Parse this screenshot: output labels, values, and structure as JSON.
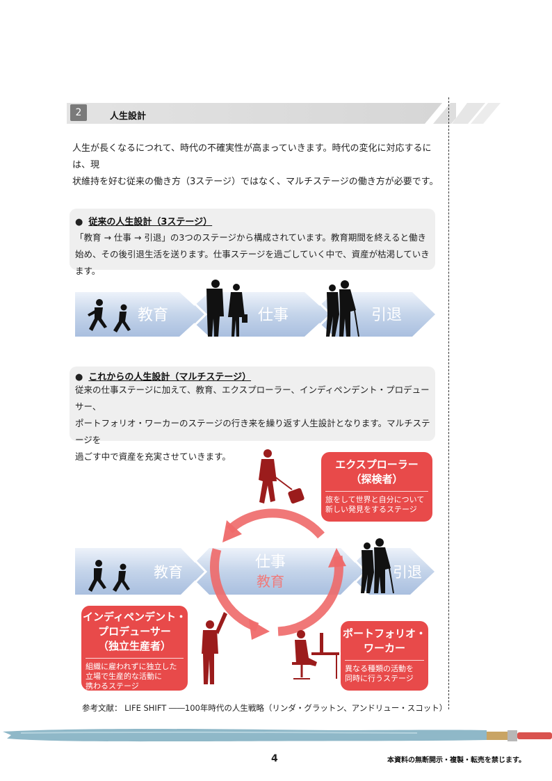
{
  "section": {
    "number": "2",
    "title": "人生設計"
  },
  "intro": {
    "line1": "人生が長くなるにつれて、時代の不確実性が高まっていきます。時代の変化に対応するには、現",
    "line2": "状維持を好む従来の働き方（3ステージ）ではなく、マルチステージの働き方が必要です。"
  },
  "traditional": {
    "title": "従来の人生設計（3ステージ）",
    "line1": "「教育 → 仕事 → 引退」の3つのステージから構成されています。教育期間を終えると働き",
    "line2": "始め、その後引退生活を送ります。仕事ステージを過ごしていく中で、資産が枯渇していきます。",
    "stages": [
      "教育",
      "仕事",
      "引退"
    ]
  },
  "multi": {
    "title": "これからの人生設計（マルチステージ）",
    "line1": "従来の仕事ステージに加えて、教育、エクスプローラー、インディペンデント・プロデューサー、",
    "line2": "ポートフォリオ・ワーカーのステージの行き来を繰り返す人生設計となります。マルチステージを",
    "line3": "過ごす中で資産を充実させていきます。",
    "band": {
      "education": "教育",
      "work": "仕事",
      "work_sub": "教育",
      "retire": "引退"
    }
  },
  "explorer": {
    "title1": "エクスプローラー",
    "title2": "（探検者）",
    "desc1": "旅をして世界と自分について",
    "desc2": "新しい発見をするステージ"
  },
  "independent": {
    "title1": "インディペンデント・",
    "title2": "プロデューサー",
    "title3": "（独立生産者）",
    "desc1": "組織に雇われずに独立した",
    "desc2": "立場で生産的な活動に",
    "desc3": "携わるステージ"
  },
  "portfolio": {
    "title1": "ポートフォリオ・",
    "title2": "ワーカー",
    "desc1": "異なる種類の活動を",
    "desc2": "同時に行うステージ"
  },
  "reference": "参考文献：  LIFE SHIFT  ――100年時代の人生戦略（リンダ・グラットン、アンドリュー・スコット）",
  "footer": {
    "page": "4",
    "notice": "本資料の無断開示・複製・転売を禁じます。"
  },
  "colors": {
    "accent_red": "#e84a4a",
    "band_blue": "#b9cbe3",
    "panel_gray": "#efefef"
  }
}
